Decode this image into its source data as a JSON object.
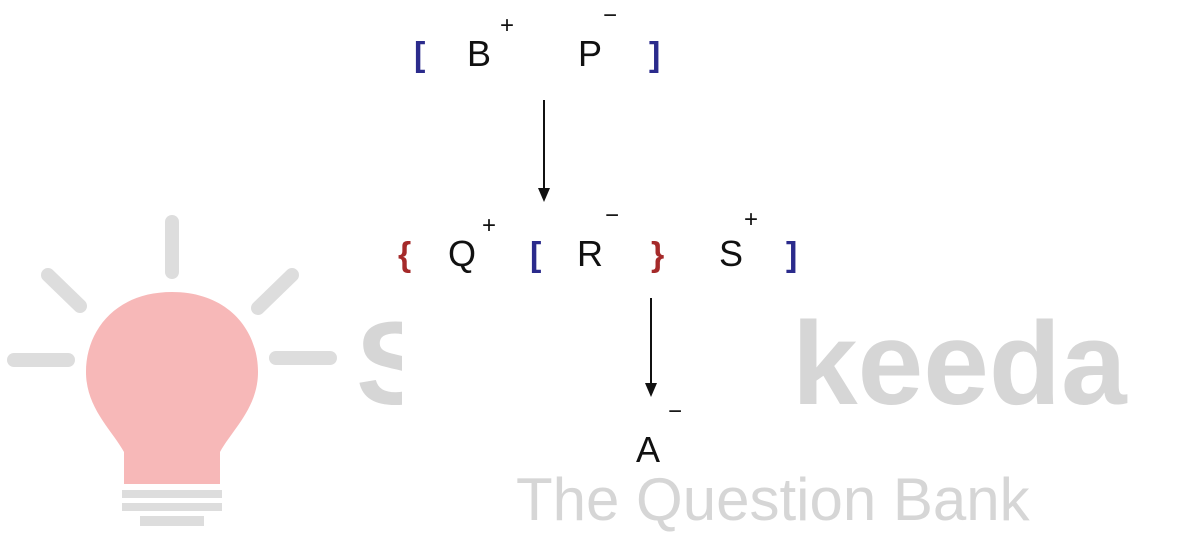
{
  "watermark": {
    "brand_left": "S",
    "brand_right": "keeda",
    "tagline": "The Question Bank",
    "colors": {
      "bulb": "#f7b8b8",
      "rays": "#dddddd",
      "text": "#d6d6d6"
    }
  },
  "diagram": {
    "row1": {
      "open_bracket": "[",
      "b": "B",
      "b_charge": "+",
      "p": "P",
      "p_charge": "−",
      "close_bracket": "]"
    },
    "row2": {
      "open_brace": "{",
      "q": "Q",
      "q_charge": "+",
      "open_bracket": "[",
      "r": "R",
      "r_charge": "−",
      "close_brace": "}",
      "s": "S",
      "s_charge": "+",
      "close_bracket": "]"
    },
    "row3": {
      "a": "A",
      "a_charge": "−"
    },
    "colors": {
      "square_bracket": "#2b2b8c",
      "curly_brace": "#a52a2a",
      "text": "#111111"
    }
  }
}
